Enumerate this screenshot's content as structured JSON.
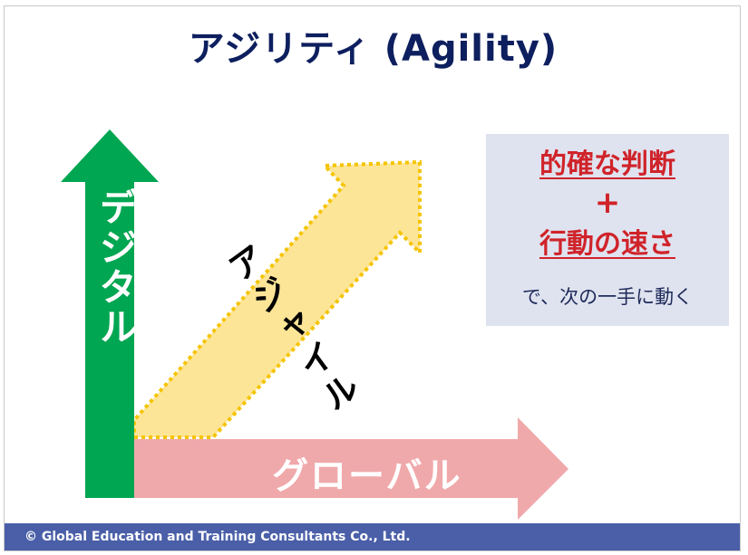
{
  "title": "アジリティ (Agility)",
  "arrows": {
    "vertical_label": "デジタル",
    "horizontal_label": "グローバル",
    "diagonal_label": "アジャイル"
  },
  "box": {
    "line1": "的確な判断",
    "plus": "+",
    "line2": "行動の速さ",
    "note": "で、次の一手に動く"
  },
  "footer": "©  Global Education and Training Consultants Co., Ltd.",
  "colors": {
    "title": "#0d1f5e",
    "vertical_arrow": "#00a651",
    "horizontal_arrow": "#f0a9ab",
    "diagonal_fill": "#fde597",
    "diagonal_border": "#f5c400",
    "highlight_text": "#d0232a",
    "box_background": "#dfe3ef",
    "footer_background": "#4a5fa8"
  }
}
